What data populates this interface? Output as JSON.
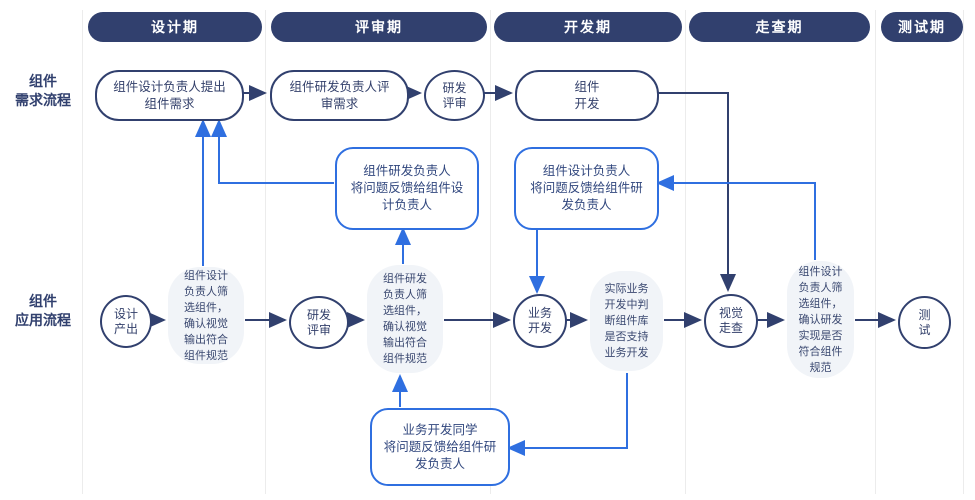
{
  "header": {
    "phases": [
      "设计期",
      "评审期",
      "开发期",
      "走查期",
      "测试期"
    ]
  },
  "rows": {
    "requirement_label": "组件\n需求流程",
    "application_label": "组件\n应用流程"
  },
  "requirement_flow": {
    "propose": "组件设计负责人提出\n组件需求",
    "review_requirement": "组件研发负责人评\n审需求",
    "dev_review": "研发\n评审",
    "component_dev": "组件\n开发"
  },
  "feedback": {
    "rd_to_design": "组件研发负责人\n将问题反馈给组件设\n计负责人",
    "design_to_rd": "组件设计负责人\n将问题反馈给组件研\n发负责人",
    "biz_to_rd": "业务开发同学\n将问题反馈给组件研\n发负责人"
  },
  "application_flow": {
    "design_output": "设计\n产出",
    "design_filter_visual": "组件设计\n负责人筛\n选组件，\n确认视觉\n输出符合\n组件规范",
    "dev_review": "研发\n评审",
    "rd_filter_visual": "组件研发\n负责人筛\n选组件，\n确认视觉\n输出符合\n组件规范",
    "biz_dev": "业务\n开发",
    "biz_judge": "实际业务\n开发中判\n断组件库\n是否支持\n业务开发",
    "visual_walkthrough": "视觉\n走查",
    "design_check_rd": "组件设计\n负责人筛\n选组件，\n确认研发\n实现是否\n符合组件\n规范",
    "test": "测\n试"
  },
  "colors": {
    "navy": "#31406e",
    "blue": "#2f6fe0",
    "gray_block_bg": "#f1f4f8",
    "separator": "#ececec"
  }
}
